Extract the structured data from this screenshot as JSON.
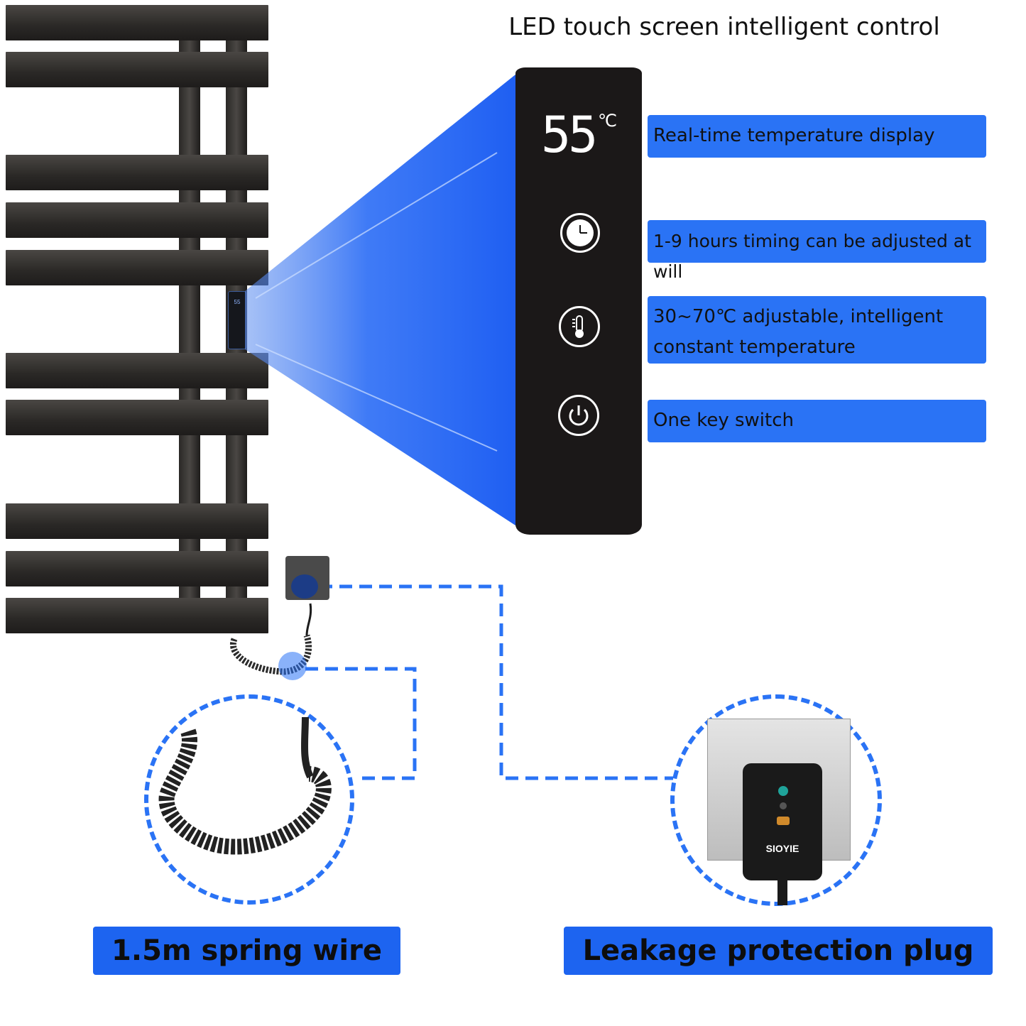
{
  "panel": {
    "title": "LED touch screen intelligent control",
    "display_value": "55",
    "display_unit": "℃"
  },
  "callouts": [
    {
      "label": "Real-time temperature display"
    },
    {
      "label": "1-9 hours timing can be adjusted at will"
    },
    {
      "label": "30~70℃ adjustable, intelligent constant temperature"
    },
    {
      "label": "One key switch"
    }
  ],
  "icons": [
    "clock-icon",
    "thermometer-icon",
    "power-icon"
  ],
  "features": {
    "spring_wire": "1.5m spring wire",
    "plug": "Leakage protection plug"
  },
  "plug_brand": "SIOYIE",
  "mini_display": "55",
  "colors": {
    "accent": "#2a73f5",
    "label_bg": "#1d64f0",
    "rail": "#2f2c2a",
    "panel": "#1b1818"
  }
}
